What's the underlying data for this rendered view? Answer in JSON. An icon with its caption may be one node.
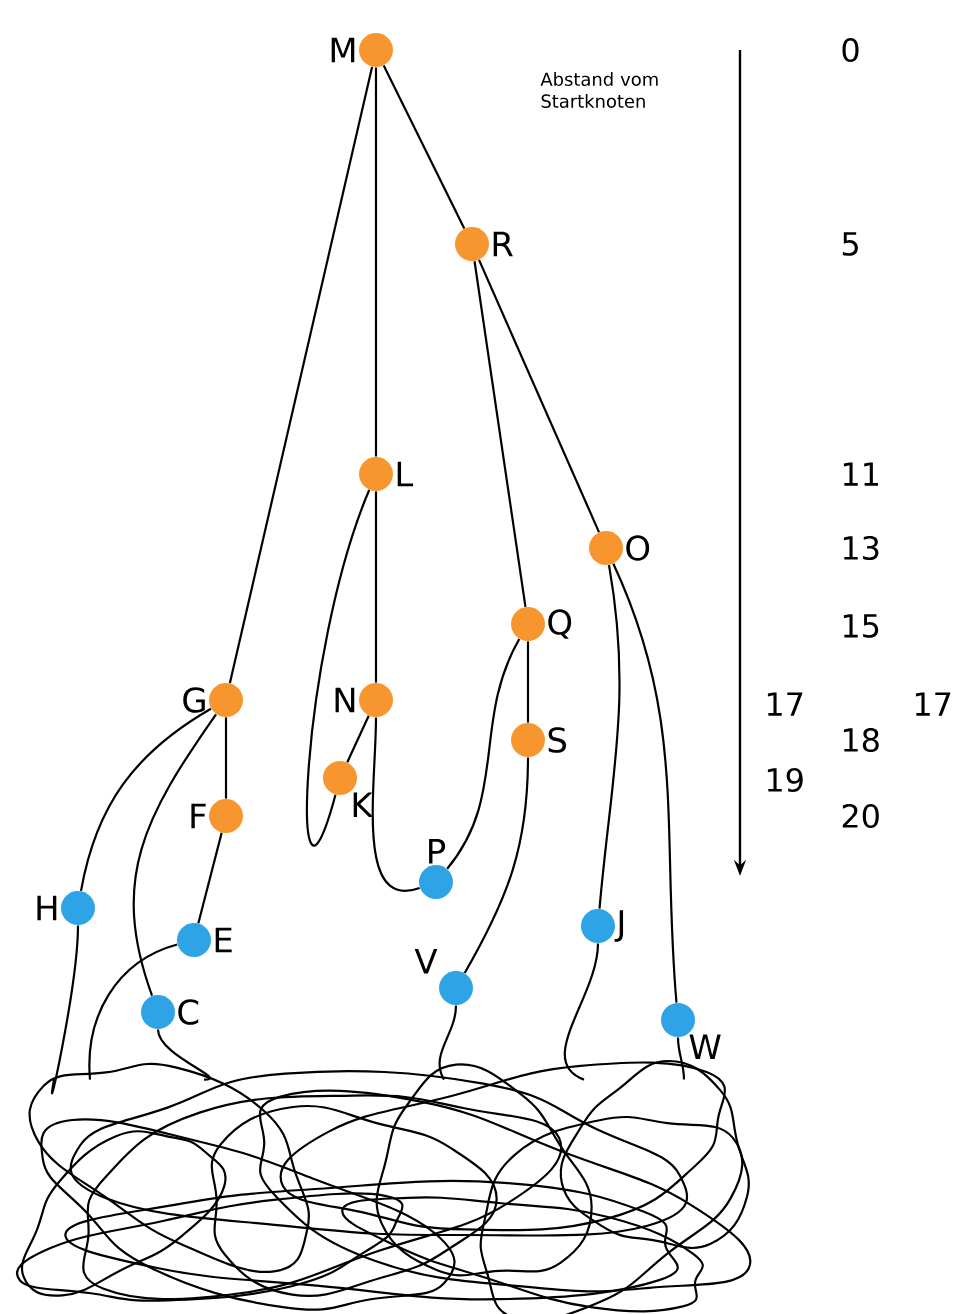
{
  "diagram": {
    "nodes": [
      {
        "text": [
          "M"
        ]
      },
      {
        "text": [
          "R"
        ]
      },
      {
        "text": [
          "L"
        ]
      },
      {
        "text": [
          "O"
        ]
      },
      {
        "text": [
          "Q"
        ]
      },
      {
        "text": [
          "G"
        ]
      },
      {
        "text": [
          "N"
        ]
      },
      {
        "text": [
          "S"
        ]
      },
      {
        "text": [
          "K"
        ]
      },
      {
        "text": [
          "F"
        ]
      },
      {
        "text": [
          "P"
        ]
      },
      {
        "text": [
          "H"
        ]
      },
      {
        "text": [
          "E"
        ]
      },
      {
        "text": [
          "J"
        ]
      },
      {
        "text": [
          "C"
        ]
      },
      {
        "text": [
          "V"
        ]
      },
      {
        "text": [
          "W"
        ]
      },
      {
        "text": [],
        "shape": "picture"
      }
    ],
    "edges": [
      {
        "from": 0,
        "to": 5,
        "arrow": "none"
      },
      {
        "from": 0,
        "to": 2,
        "arrow": "none"
      },
      {
        "from": 0,
        "to": 1,
        "arrow": "none"
      },
      {
        "from": 1,
        "to": 4,
        "arrow": "none"
      },
      {
        "from": 1,
        "to": 3,
        "arrow": "none"
      },
      {
        "from": 2,
        "to": 6,
        "arrow": "none"
      },
      {
        "from": 2,
        "to": 8,
        "arrow": "none"
      },
      {
        "from": 6,
        "to": 8,
        "arrow": "none"
      },
      {
        "from": 6,
        "to": 10,
        "arrow": "none"
      },
      {
        "from": 4,
        "to": 7,
        "arrow": "none"
      },
      {
        "from": 4,
        "to": 10,
        "arrow": "none"
      },
      {
        "from": 5,
        "to": 9,
        "arrow": "none"
      },
      {
        "from": 9,
        "to": 12,
        "arrow": "none"
      },
      {
        "from": 5,
        "to": 11,
        "arrow": "none"
      },
      {
        "from": 5,
        "to": 14,
        "arrow": "none"
      },
      {
        "from": 3,
        "to": 13,
        "arrow": "none"
      },
      {
        "from": 3,
        "to": 16,
        "arrow": "none"
      },
      {
        "from": 7,
        "to": 15,
        "arrow": "none"
      },
      {
        "from": 11,
        "to": 17,
        "arrow": "none"
      },
      {
        "from": 12,
        "to": 17,
        "arrow": "none"
      },
      {
        "from": 14,
        "to": 17,
        "arrow": "none"
      },
      {
        "from": 15,
        "to": 17,
        "arrow": "none"
      },
      {
        "from": 13,
        "to": 17,
        "arrow": "none"
      },
      {
        "from": 16,
        "to": 17,
        "arrow": "none"
      }
    ],
    "labels": [
      "Abstand vom Startknoten",
      "0",
      "5",
      "11",
      "13",
      "15",
      "17",
      "17",
      "18",
      "19",
      "20"
    ]
  }
}
